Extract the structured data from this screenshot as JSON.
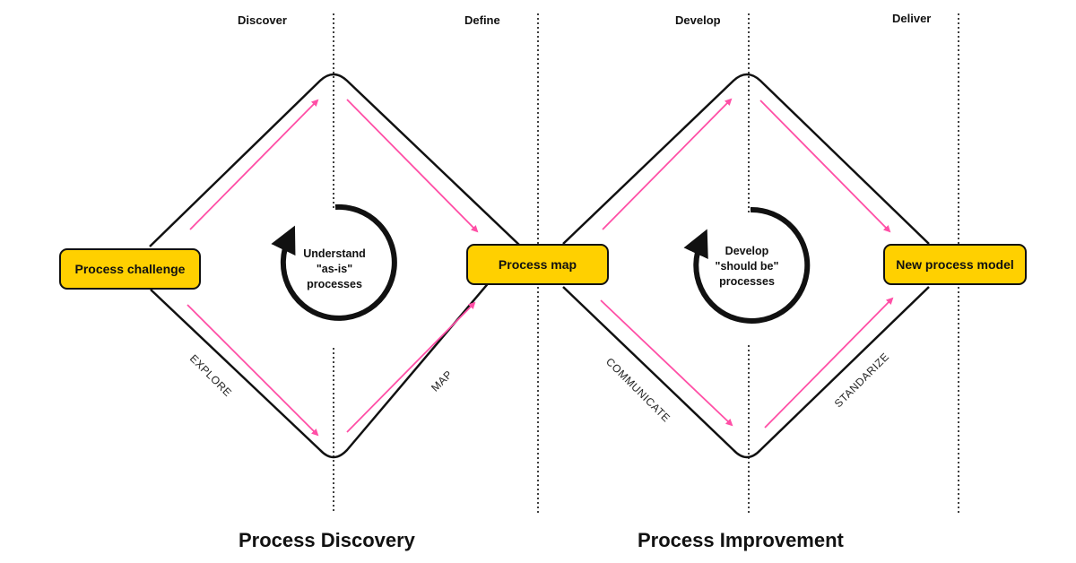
{
  "phases": [
    "Discover",
    "Define",
    "Develop",
    "Deliver"
  ],
  "nodes": {
    "start": "Process challenge",
    "middle": "Process map",
    "end": "New process model"
  },
  "centers": {
    "left": [
      "Understand",
      "\"as-is\"",
      "processes"
    ],
    "right": [
      "Develop",
      "\"should be\"",
      "processes"
    ]
  },
  "actions": {
    "explore": "EXPLORE",
    "map": "MAP",
    "communicate": "COMMUNICATE",
    "standarize": "STANDARIZE"
  },
  "sections": {
    "left": "Process Discovery",
    "right": "Process Improvement"
  },
  "colors": {
    "node_fill": "#ffd000",
    "arrow": "#ff4fa6",
    "outline": "#111111"
  }
}
